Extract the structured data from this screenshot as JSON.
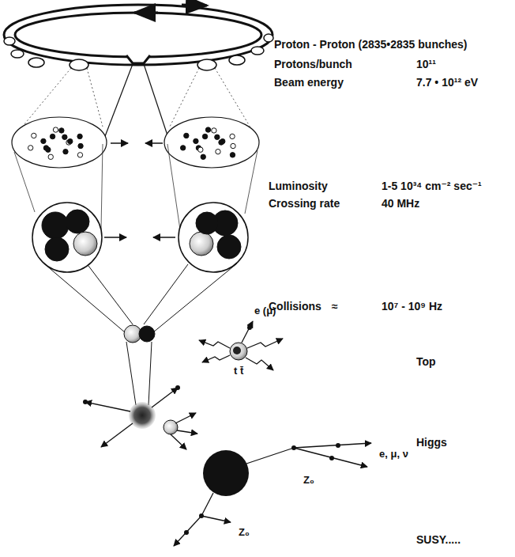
{
  "diagram": {
    "labels": [
      "Proton - Proton (2835•2835 bunches)",
      "Protons/bunch",
      "10¹¹",
      "Beam energy",
      "7.7 • 10¹² eV",
      "Luminosity",
      "1-5 10³⁴ cm⁻² sec⁻¹",
      "Crossing rate",
      "40 MHz",
      "Collisions",
      "≈",
      "10⁷ - 10⁹ Hz",
      "e (μ)",
      "Top",
      "t t̄",
      "Higgs",
      "e, μ, ν",
      "Z₀",
      "Z₀",
      "SUSY....."
    ]
  }
}
